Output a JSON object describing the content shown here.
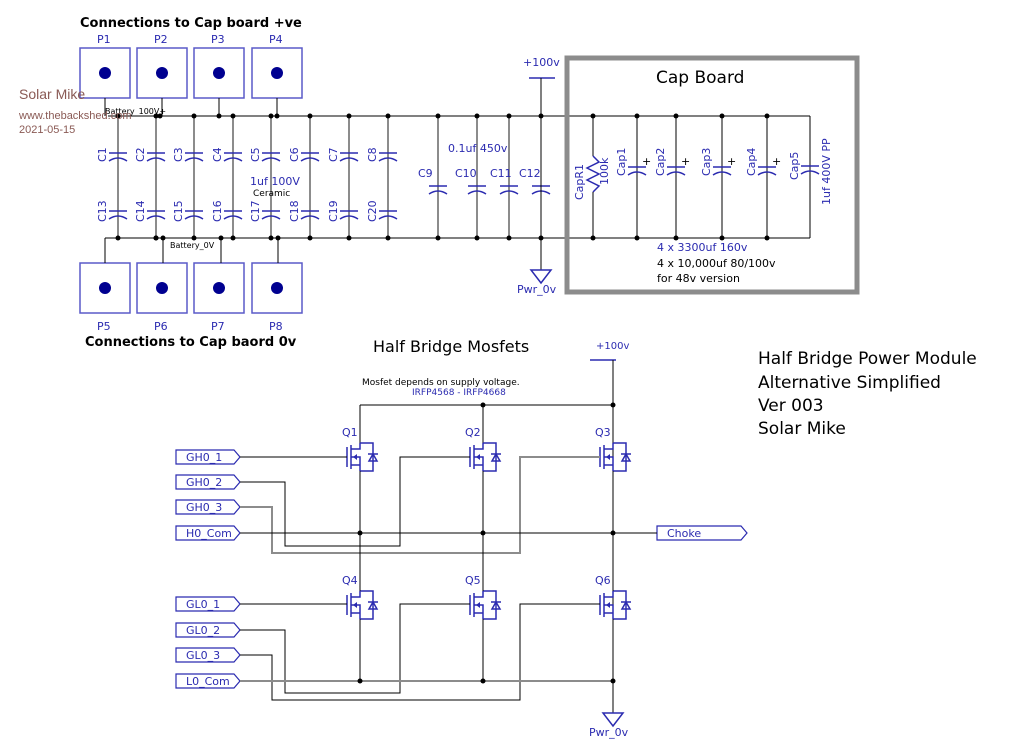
{
  "watermark": {
    "author": "Solar Mike",
    "site": "www.thebackshed.com",
    "date": "2021-05-15"
  },
  "title_block": {
    "lines": [
      "Half Bridge Power Module",
      "Alternative Simplified",
      "Ver 003",
      "Solar Mike"
    ]
  },
  "top_connectors": {
    "heading": "Connections to Cap board +ve",
    "pads": [
      "P1",
      "P2",
      "P3",
      "P4"
    ],
    "net_label": "Battery_100V+"
  },
  "bottom_connectors": {
    "heading": "Connections to Cap baord 0v",
    "pads": [
      "P5",
      "P6",
      "P7",
      "P8"
    ],
    "net_label": "Battery_0V"
  },
  "ceramic_caps": {
    "upper": [
      "C1",
      "C2",
      "C3",
      "C4",
      "C5",
      "C6",
      "C7",
      "C8"
    ],
    "lower": [
      "C13",
      "C14",
      "C15",
      "C16",
      "C17",
      "C18",
      "C19",
      "C20"
    ],
    "value": "1uf 100V",
    "type": "Ceramic"
  },
  "film_caps": {
    "labels": [
      "C9",
      "C10",
      "C11",
      "C12"
    ],
    "value": "0.1uf 450v"
  },
  "supply": {
    "top": "+100v",
    "ground": "Pwr_0v"
  },
  "cap_board": {
    "title": "Cap Board",
    "resistor": {
      "ref": "CapR1",
      "value": "100k"
    },
    "electrolytics": [
      "Cap1",
      "Cap2",
      "Cap3",
      "Cap4"
    ],
    "film": {
      "ref": "Cap5",
      "value": "1uf 400V PP"
    },
    "notes": [
      "4 x 3300uf 160v",
      "4 x 10,000uf 80/100v",
      "for 48v version"
    ]
  },
  "mosfets": {
    "heading": "Half Bridge Mosfets",
    "note": "Mosfet depends on supply voltage.",
    "part": "IRFP4568 - IRFP4668",
    "supply": "+100v",
    "ground": "Pwr_0v",
    "high_side": [
      "Q1",
      "Q2",
      "Q3"
    ],
    "low_side": [
      "Q4",
      "Q5",
      "Q6"
    ],
    "high_ports": [
      "GH0_1",
      "GH0_2",
      "GH0_3",
      "H0_Com"
    ],
    "low_ports": [
      "GL0_1",
      "GL0_2",
      "GL0_3",
      "L0_Com"
    ],
    "output_port": "Choke"
  }
}
